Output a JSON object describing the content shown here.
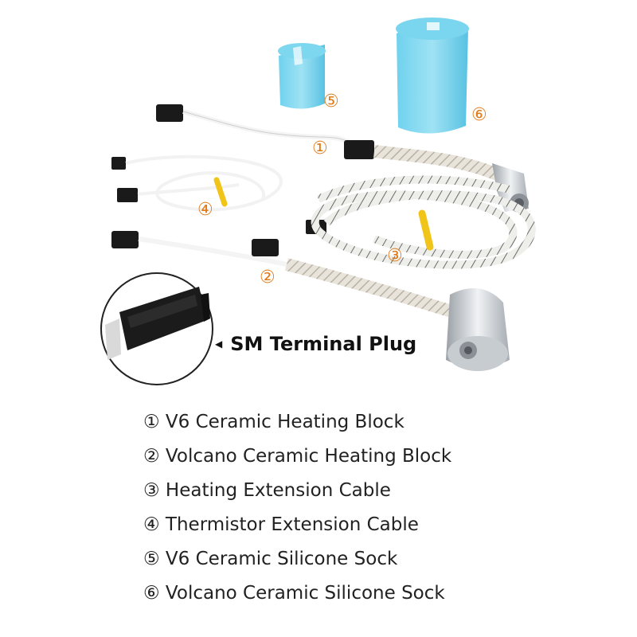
{
  "labels": {
    "n1": "①",
    "n2": "②",
    "n3": "③",
    "n4": "④",
    "n5": "⑤",
    "n6": "⑥"
  },
  "callout": {
    "text": "SM Terminal Plug"
  },
  "legend": [
    "① V6 Ceramic Heating Block",
    "② Volcano Ceramic Heating Block",
    "③ Heating Extension Cable",
    "④ Thermistor Extension Cable",
    "⑤ V6 Ceramic Silicone Sock",
    "⑥ Volcano Ceramic Silicone Sock"
  ],
  "colors": {
    "sock": "#5ec7e6",
    "sock_dark": "#3fb0d8",
    "label_orange": "#e07b1a",
    "metal": "#c9cdd2",
    "connector": "#1a1a1a",
    "tie": "#f0c419"
  }
}
